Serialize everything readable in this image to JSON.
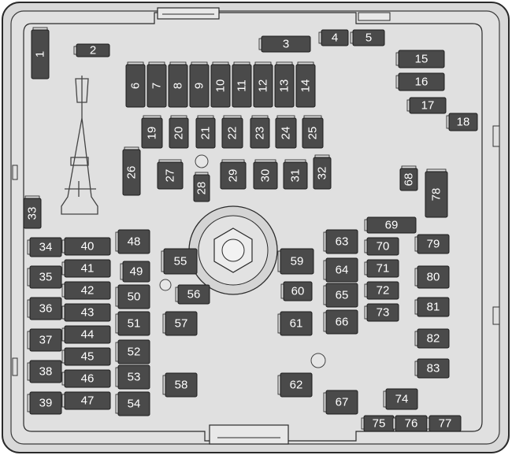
{
  "title": "",
  "fuses": [
    "1",
    "2",
    "3",
    "4",
    "5",
    "6",
    "7",
    "8",
    "9",
    "10",
    "11",
    "12",
    "13",
    "14",
    "15",
    "16",
    "17",
    "18",
    "19",
    "20",
    "21",
    "22",
    "23",
    "24",
    "25",
    "26",
    "27",
    "28",
    "29",
    "30",
    "31",
    "32",
    "33",
    "34",
    "35",
    "36",
    "37",
    "38",
    "39",
    "40",
    "41",
    "42",
    "43",
    "44",
    "45",
    "46",
    "47",
    "48",
    "49",
    "50",
    "51",
    "52",
    "53",
    "54",
    "55",
    "56",
    "57",
    "58",
    "59",
    "60",
    "61",
    "62",
    "63",
    "64",
    "65",
    "66",
    "67",
    "68",
    "69",
    "70",
    "71",
    "72",
    "73",
    "74",
    "75",
    "76",
    "77",
    "78",
    "79",
    "80",
    "81",
    "82",
    "83"
  ],
  "colors": {
    "housing_fill": "#dedede",
    "housing_stroke": "#2a2a2a",
    "fuse_fill": "#4a4a4a",
    "label": "#ffffff"
  }
}
